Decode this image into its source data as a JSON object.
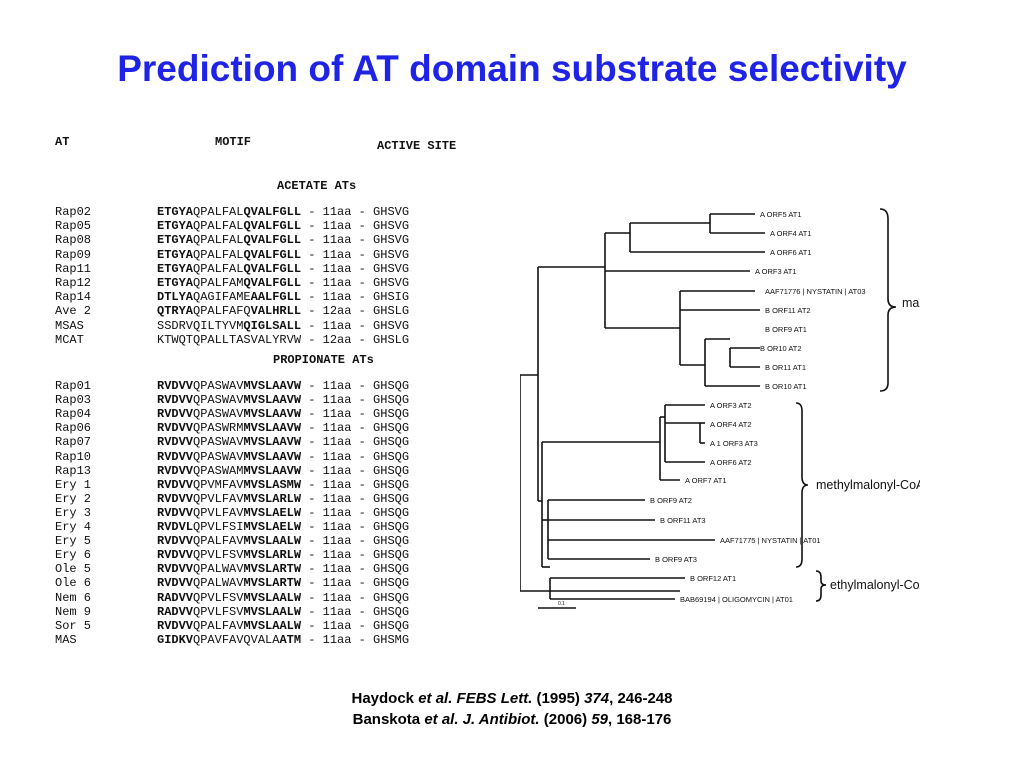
{
  "title": "Prediction of AT domain substrate selectivity",
  "table": {
    "headers": {
      "at": "AT",
      "motif": "MOTIF",
      "active_site": "ACTIVE SITE"
    },
    "acetate_title": "ACETATE ATs",
    "propionate_title": "PROPIONATE ATs",
    "acetate_rows": [
      {
        "name": "Rap02",
        "b1": "ETGYA",
        "p1": "QPALFAL",
        "b2": "QVALFGLL",
        "p2": "",
        "rest": " - 11aa - GHSVG"
      },
      {
        "name": "Rap05",
        "b1": "ETGYA",
        "p1": "QPALFAL",
        "b2": "QVALFGLL",
        "p2": "",
        "rest": " - 11aa - GHSVG"
      },
      {
        "name": "Rap08",
        "b1": "ETGYA",
        "p1": "QPALFAL",
        "b2": "QVALFGLL",
        "p2": "",
        "rest": " - 11aa - GHSVG"
      },
      {
        "name": "Rap09",
        "b1": "ETGYA",
        "p1": "QPALFAL",
        "b2": "QVALFGLL",
        "p2": "",
        "rest": " - 11aa - GHSVG"
      },
      {
        "name": "Rap11",
        "b1": "ETGYA",
        "p1": "QPALFAL",
        "b2": "QVALFGLL",
        "p2": "",
        "rest": " - 11aa - GHSVG"
      },
      {
        "name": "Rap12",
        "b1": "ETGYA",
        "p1": "QPALFAM",
        "b2": "QVALFGLL",
        "p2": "",
        "rest": " - 11aa - GHSVG"
      },
      {
        "name": "Rap14",
        "b1": "DTLYA",
        "p1": "QAGIFAME",
        "b2": "AALFGLL",
        "p2": "",
        "rest": " - 11aa - GHSIG"
      },
      {
        "name": "Ave 2",
        "b1": "QTRYA",
        "p1": "QPALFAFQ",
        "b2": "VALHRLL",
        "p2": "",
        "rest": " - 12aa - GHSLG"
      },
      {
        "name": "MSAS",
        "b1": "",
        "p1": "SSDRVQILTYVM",
        "b2": "QIGLSALL",
        "p2": "",
        "rest": " - 11aa - GHSVG"
      },
      {
        "name": "MCAT",
        "b1": "",
        "p1": "KTWQTQPALLTASVALYRVW",
        "b2": "",
        "p2": "",
        "rest": " - 12aa - GHSLG"
      }
    ],
    "propionate_rows": [
      {
        "name": "Rap01",
        "b1": "RVDVV",
        "p1": "QPASWAV",
        "b2": "MVSLAAVW",
        "p2": "",
        "rest": " - 11aa - GHSQG"
      },
      {
        "name": "Rap03",
        "b1": "RVDVV",
        "p1": "QPASWAV",
        "b2": "MVSLAAVW",
        "p2": "",
        "rest": " - 11aa - GHSQG"
      },
      {
        "name": "Rap04",
        "b1": "RVDVV",
        "p1": "QPASWAV",
        "b2": "MVSLAAVW",
        "p2": "",
        "rest": " - 11aa - GHSQG"
      },
      {
        "name": "Rap06",
        "b1": "RVDVV",
        "p1": "QPASWRM",
        "b2": "MVSLAAVW",
        "p2": "",
        "rest": " - 11aa - GHSQG"
      },
      {
        "name": "Rap07",
        "b1": "RVDVV",
        "p1": "QPASWAV",
        "b2": "MVSLAAVW",
        "p2": "",
        "rest": " - 11aa - GHSQG"
      },
      {
        "name": "Rap10",
        "b1": "RVDVV",
        "p1": "QPASWAV",
        "b2": "MVSLAAVW",
        "p2": "",
        "rest": " - 11aa - GHSQG"
      },
      {
        "name": "Rap13",
        "b1": "RVDVV",
        "p1": "QPASWAM",
        "b2": "MVSLAAVW",
        "p2": "",
        "rest": " - 11aa - GHSQG"
      },
      {
        "name": "Ery 1",
        "b1": "RVDVV",
        "p1": "QPVMFAV",
        "b2": "MVSLASMW",
        "p2": "",
        "rest": " - 11aa - GHSQG"
      },
      {
        "name": "Ery 2",
        "b1": "RVDVV",
        "p1": "QPVLFAV",
        "b2": "MVSLARLW",
        "p2": "",
        "rest": " - 11aa - GHSQG"
      },
      {
        "name": "Ery 3",
        "b1": "RVDVV",
        "p1": "QPVLFAV",
        "b2": "MVSLAELW",
        "p2": "",
        "rest": " - 11aa - GHSQG"
      },
      {
        "name": "Ery 4",
        "b1": "RVDVL",
        "p1": "QPVLFSI",
        "b2": "MVSLAELW",
        "p2": "",
        "rest": " - 11aa - GHSQG"
      },
      {
        "name": "Ery 5",
        "b1": "RVDVV",
        "p1": "QPALFAV",
        "b2": "MVSLAALW",
        "p2": "",
        "rest": " - 11aa - GHSQG"
      },
      {
        "name": "Ery 6",
        "b1": "RVDVV",
        "p1": "QPVLFSV",
        "b2": "MVSLARLW",
        "p2": "",
        "rest": " - 11aa - GHSQG"
      },
      {
        "name": "Ole 5",
        "b1": "RVDVV",
        "p1": "QPALWAV",
        "b2": "MVSLARTW",
        "p2": "",
        "rest": " - 11aa - GHSQG"
      },
      {
        "name": "Ole 6",
        "b1": "RVDVV",
        "p1": "QPALWAV",
        "b2": "MVSLARTW",
        "p2": "",
        "rest": " - 11aa - GHSQG"
      },
      {
        "name": "Nem 6",
        "b1": "RADVV",
        "p1": "QPVLFSV",
        "b2": "MVSLAALW",
        "p2": "",
        "rest": " - 11aa - GHSQG"
      },
      {
        "name": "Nem 9",
        "b1": "RADVV",
        "p1": "QPVLFSV",
        "b2": "MVSLAALW",
        "p2": "",
        "rest": " - 11aa - GHSQG"
      },
      {
        "name": "Sor 5",
        "b1": "RVDVV",
        "p1": "QPALFAV",
        "b2": "MVSLAALW",
        "p2": "",
        "rest": " - 11aa - GHSQG"
      },
      {
        "name": "MAS",
        "b1": "GIDKV",
        "p1": "QPAVFAVQVALA",
        "b2": "ATM",
        "p2": "",
        "rest": " - 11aa - GHSMG"
      }
    ]
  },
  "tree": {
    "leaves": [
      "A ORF5 AT1",
      "A ORF4 AT1",
      "A ORF6 AT1",
      "A ORF3 AT1",
      "AAF71776 | NYSTATIN | AT03",
      "B ORF11 AT2",
      "B ORF9 AT1",
      "B OR10 AT2",
      "B OR11 AT1",
      "B OR10 AT1",
      "A ORF3 AT2",
      "A ORF4 AT2",
      "A 1 ORF3 AT3",
      "A ORF6 AT2",
      "A ORF7 AT1",
      "B ORF9 AT2",
      "B ORF11 AT3",
      "AAF71775 | NYSTATIN | AT01",
      "B ORF9 AT3",
      "B ORF12 AT1",
      "BAB69194 | OLIGOMYCIN | AT01"
    ],
    "groups": [
      "malonyl-CoA",
      "methylmalonyl-CoA",
      "ethylmalonyl-CoA"
    ],
    "scale_label": "0.1"
  },
  "refs": {
    "r1_author": "Haydock ",
    "r1_etal": "et al. FEBS Lett.",
    "r1_year": " (1995) ",
    "r1_vol": "374",
    "r1_pages": ", 246-248",
    "r2_author": "Banskota ",
    "r2_etal": "et al. J. Antibiot.",
    "r2_year": " (2006) ",
    "r2_vol": "59",
    "r2_pages": ", 168-176"
  }
}
